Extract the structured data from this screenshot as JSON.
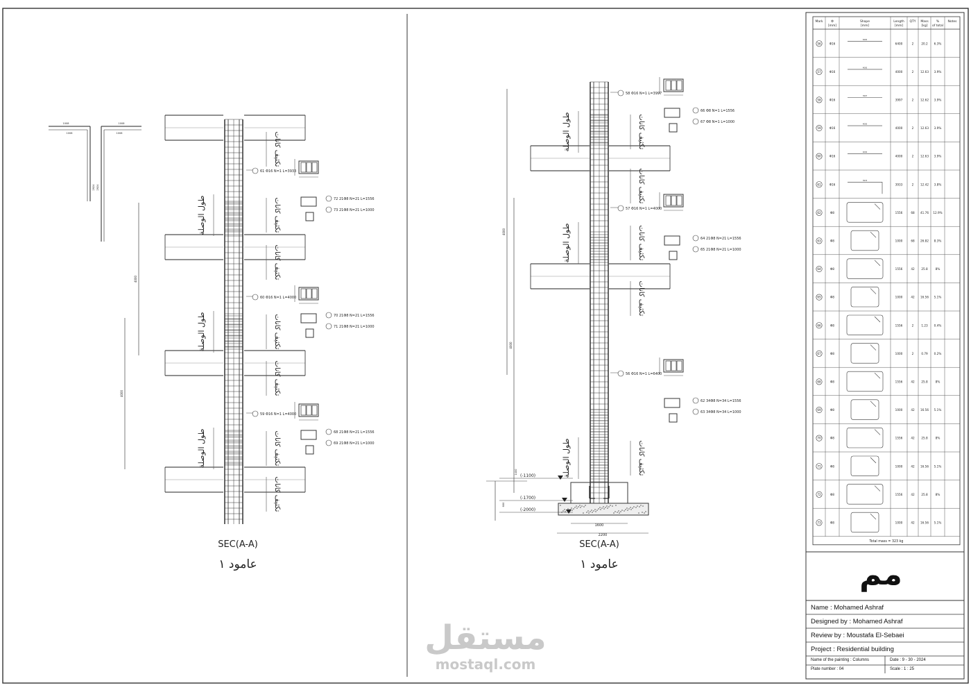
{
  "sections": [
    {
      "section_label": "SEC(A-A)",
      "column_label": "عامود ١",
      "lap_label": "طول الوصلة",
      "stirrup_label": "تكثيف كانات",
      "bar_callouts": [
        "61 Φ16 N=1 L=3933",
        "60 Φ16 N=1 L=4000",
        "59 Φ16 N=1 L=4000"
      ],
      "stirrup_callouts": [
        [
          "72 21Φ8 N=21 L=1556",
          "73 21Φ8 N=21 L=1000"
        ],
        [
          "70 21Φ8 N=21 L=1556",
          "71 21Φ8 N=21 L=1000"
        ],
        [
          "68 21Φ8 N=21 L=1556",
          "69 21Φ8 N=21 L=1000"
        ]
      ],
      "top_bar_dims": [
        "1008",
        "1008",
        "1008",
        "1008",
        "2924",
        "2924"
      ],
      "height_dims": [
        "4000",
        "4000"
      ]
    },
    {
      "section_label": "SEC(A-A)",
      "column_label": "عامود ١",
      "lap_label": "طول الوصلة",
      "stirrup_label": "تكثيف كانات",
      "bar_callouts": [
        "58 Φ16 N=1 L=3997",
        "57 Φ16 N=1 L=4000",
        "56 Φ16 N=1 L=6400"
      ],
      "stirrup_callouts": [
        [
          "66 Φ8 N=1 L=1556",
          "67 Φ8 N=1 L=1000"
        ],
        [
          "64 21Φ8 N=21 L=1556",
          "65 21Φ8 N=21 L=1000"
        ],
        [
          "62 34Φ8 N=34 L=1556",
          "63 34Φ8 N=34 L=1000"
        ]
      ],
      "levels": [
        "(-1100)",
        "(-1700)",
        "(-2000)"
      ],
      "footing_dims": [
        "1600",
        "2200"
      ],
      "height_dims": [
        "4000",
        "4000",
        "1400",
        "600"
      ]
    }
  ],
  "schedule": {
    "headers": [
      "Mark",
      "Φ [mm]",
      "Shape [mm]",
      "Length [mm]",
      "QTY",
      "Mass [kg]",
      "% of total",
      "Notes"
    ],
    "rows": [
      [
        "56",
        "Φ16",
        "6400",
        "2",
        "20.2",
        "6.3%"
      ],
      [
        "57",
        "Φ16",
        "4000",
        "2",
        "12.63",
        "3.9%"
      ],
      [
        "58",
        "Φ16",
        "3997",
        "2",
        "12.62",
        "3.9%"
      ],
      [
        "59",
        "Φ16",
        "4000",
        "2",
        "12.63",
        "3.9%"
      ],
      [
        "60",
        "Φ16",
        "4000",
        "2",
        "12.63",
        "3.9%"
      ],
      [
        "61",
        "Φ16",
        "3933",
        "2",
        "12.42",
        "3.8%"
      ],
      [
        "62",
        "Φ8",
        "1556",
        "68",
        "41.76",
        "12.9%"
      ],
      [
        "63",
        "Φ8",
        "1000",
        "68",
        "26.82",
        "8.3%"
      ],
      [
        "64",
        "Φ8",
        "1556",
        "42",
        "25.8",
        "8%"
      ],
      [
        "65",
        "Φ8",
        "1000",
        "42",
        "16.56",
        "5.1%"
      ],
      [
        "66",
        "Φ8",
        "1556",
        "2",
        "1.23",
        "0.4%"
      ],
      [
        "67",
        "Φ8",
        "1000",
        "2",
        "0.79",
        "0.2%"
      ],
      [
        "68",
        "Φ8",
        "1556",
        "42",
        "25.8",
        "8%"
      ],
      [
        "69",
        "Φ8",
        "1000",
        "42",
        "16.56",
        "5.1%"
      ],
      [
        "70",
        "Φ8",
        "1556",
        "42",
        "25.8",
        "8%"
      ],
      [
        "71",
        "Φ8",
        "1000",
        "42",
        "16.56",
        "5.1%"
      ],
      [
        "72",
        "Φ8",
        "1556",
        "42",
        "25.8",
        "8%"
      ],
      [
        "73",
        "Φ8",
        "1000",
        "42",
        "16.56",
        "5.1%"
      ]
    ],
    "shape_dims": [
      "6400",
      "4000",
      "3997",
      "4000",
      "4000",
      "3933"
    ],
    "total": "Total mass = 323 kg"
  },
  "title_block": {
    "logo": "مم",
    "name": "Name : Mohamed Ashraf",
    "designed_by": "Designed by : Mohamed Ashraf",
    "review_by": "Review by : Moustafa El-Sebaei",
    "project": "Project : Residential building",
    "painting_name": "Name of the painting : Columns",
    "date": "Date : 9 - 30 - 2024",
    "plate_number": "Plate number : 04",
    "scale": "Scale : 1 : 25"
  },
  "watermark": {
    "arabic": "مستقل",
    "latin": "mostaql.com"
  }
}
